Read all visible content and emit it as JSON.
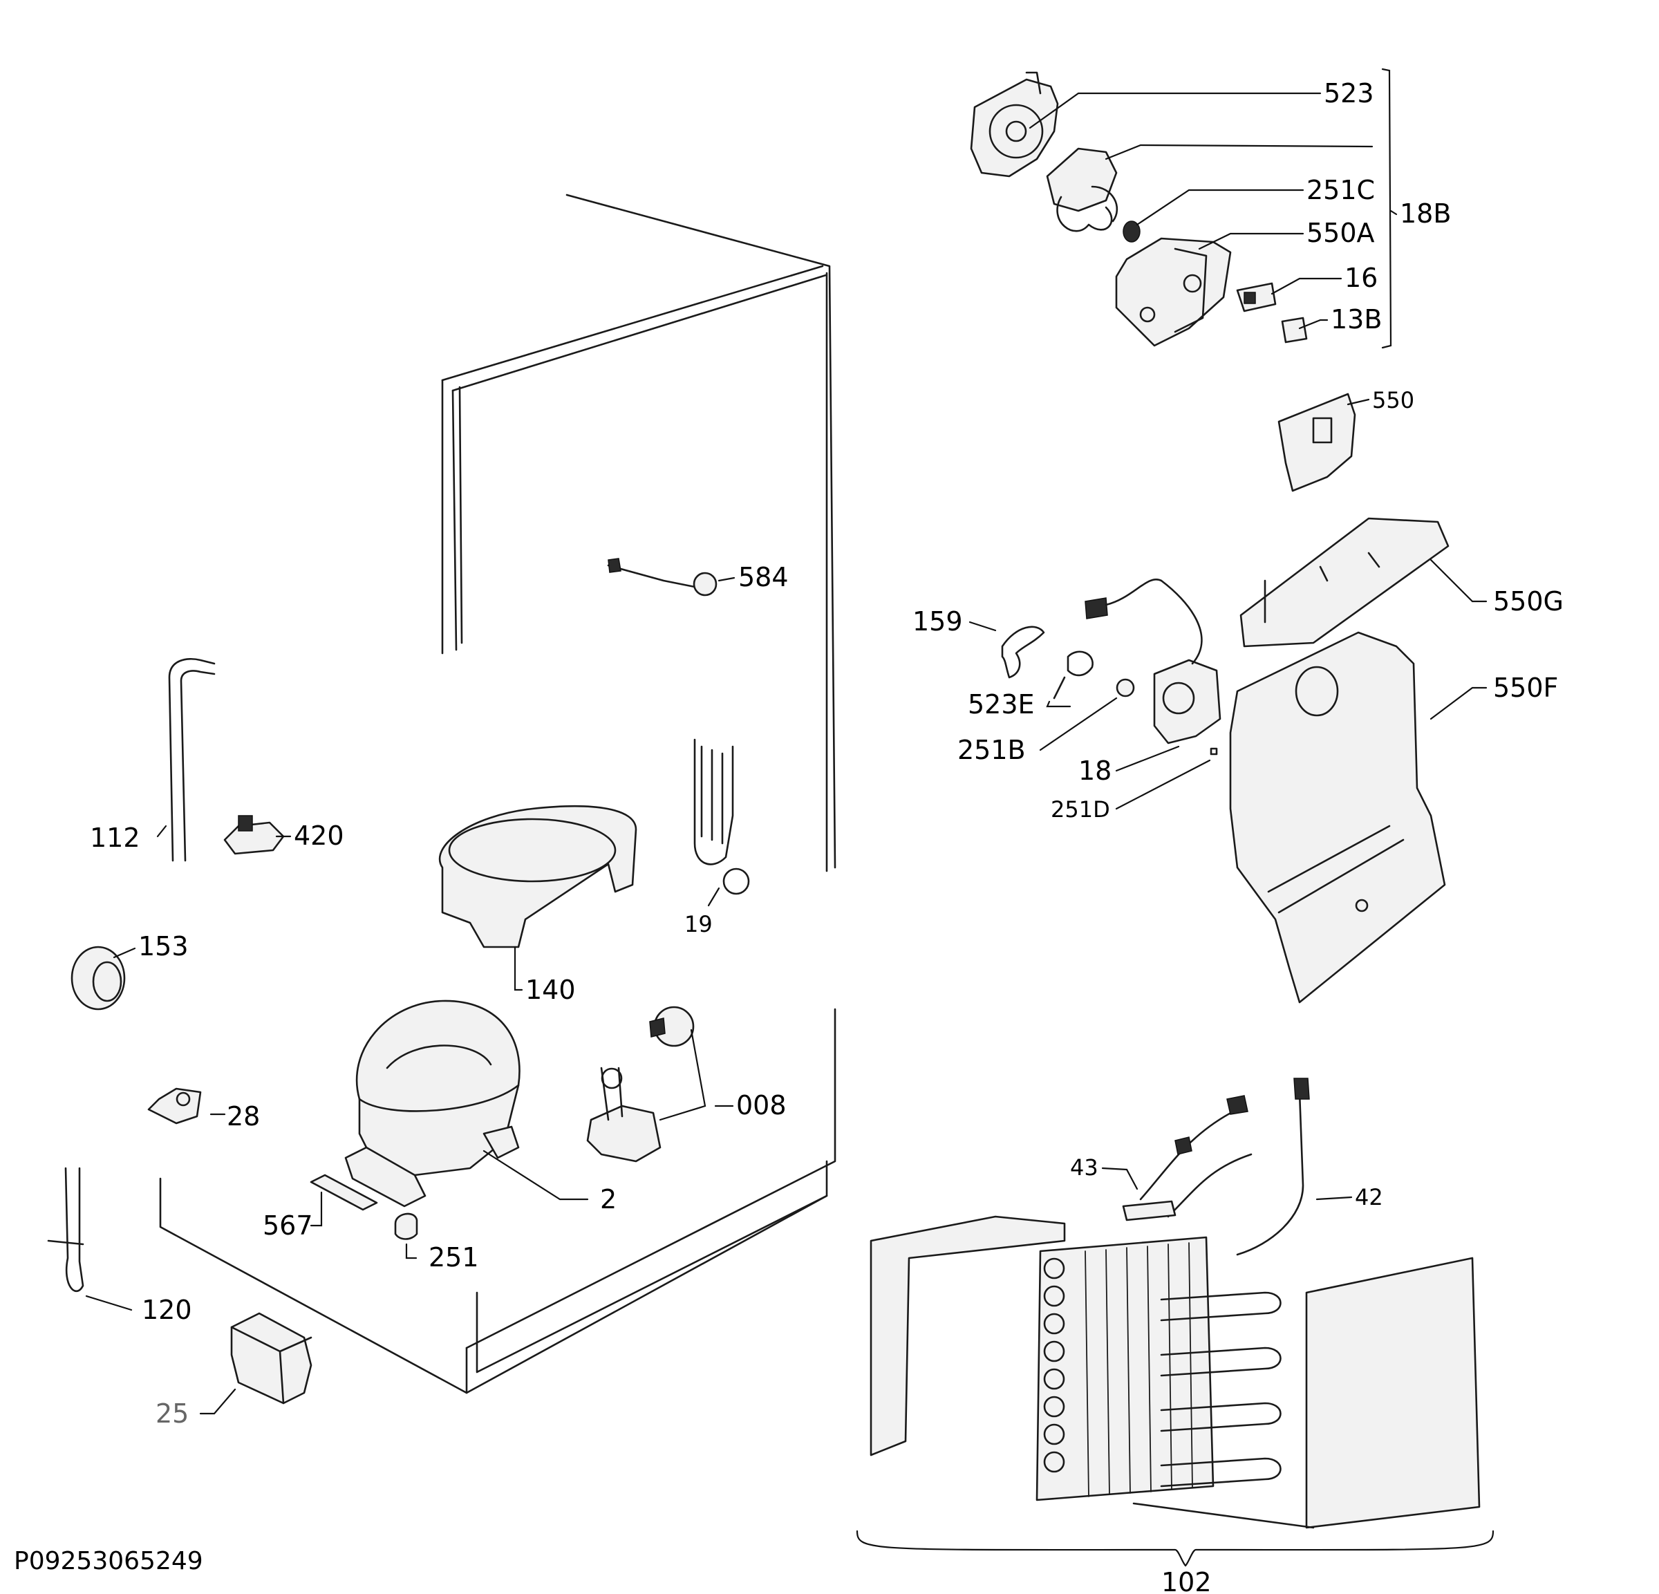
{
  "diagram": {
    "code": "P09253065249",
    "labels": {
      "l523": "523",
      "l251C": "251C",
      "l18B": "18B",
      "l550A": "550A",
      "l16": "16",
      "l13B": "13B",
      "l550": "550",
      "l584": "584",
      "l550G": "550G",
      "l159": "159",
      "l550F": "550F",
      "l523E": "523E",
      "l251B": "251B",
      "l18": "18",
      "l251D": "251D",
      "l112": "112",
      "l420": "420",
      "l19": "19",
      "l153": "153",
      "l140": "140",
      "l28": "28",
      "l008": "008",
      "l2": "2",
      "l567": "567",
      "l251": "251",
      "l120": "120",
      "l25": "25",
      "l43": "43",
      "l42": "42",
      "l102": "102"
    }
  }
}
